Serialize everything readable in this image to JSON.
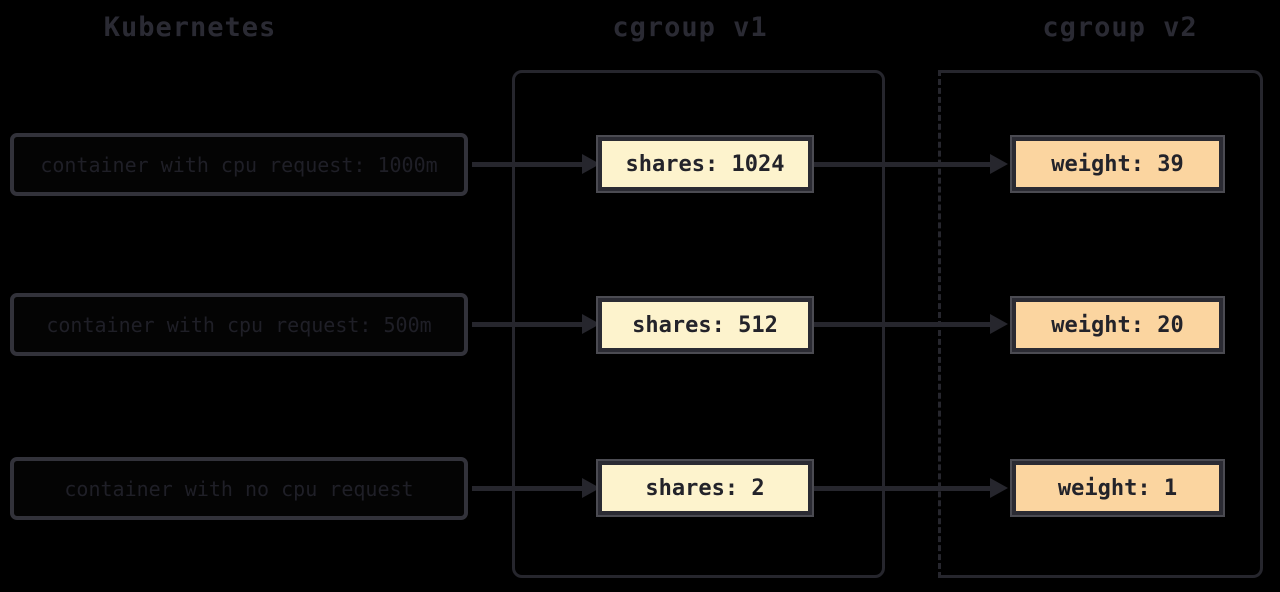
{
  "title": "Kubernetes CPU requests mapped to cgroup v1 shares and cgroup v2 weight",
  "headers": {
    "left": "Kubernetes",
    "middle": "cgroup v1",
    "right": "cgroup v2"
  },
  "rows": [
    {
      "request": "container with cpu request: 1000m",
      "cgroup_v1": "shares: 1024",
      "cgroup_v2": "weight: 39"
    },
    {
      "request": "container with cpu request: 500m",
      "cgroup_v1": "shares: 512",
      "cgroup_v2": "weight: 20"
    },
    {
      "request": "container with no cpu request",
      "cgroup_v1": "shares: 2",
      "cgroup_v2": "weight: 1"
    }
  ],
  "colors": {
    "background": "#000000",
    "line": "#26262d",
    "header_text": "#2a2a33",
    "dark_label_text": "#1f1f27",
    "left_box_border": "#32323a",
    "value_box_border": "#2b2b33",
    "value_box_rim": "#4b4b52",
    "value_text": "#23232a",
    "shares_fill": "#fdf3cd",
    "weight_fill": "#fbd5a0"
  }
}
